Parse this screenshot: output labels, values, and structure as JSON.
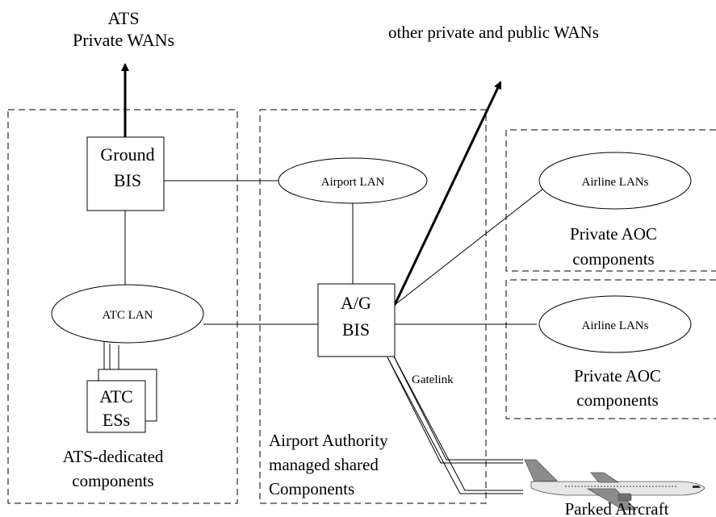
{
  "top_labels": {
    "ats_line1": "ATS",
    "ats_line2": "Private WANs",
    "other_wans": "other private and public WANs"
  },
  "nodes": {
    "ground_bis": {
      "line1": "Ground",
      "line2": "BIS"
    },
    "ag_bis": {
      "line1": "A/G",
      "line2": "BIS"
    },
    "atc_es": {
      "line1": "ATC",
      "line2": "ESs"
    },
    "airport_lan": "Airport LAN",
    "atc_lan": "ATC LAN",
    "airline_lan_top": "Airline LANs",
    "airline_lan_bottom": "Airline LANs"
  },
  "links": {
    "gatelink": "Gatelink"
  },
  "regions": {
    "ats_dedicated": {
      "line1": "ATS-dedicated",
      "line2": "components"
    },
    "airport_authority": {
      "line1": "Airport Authority",
      "line2": "managed shared",
      "line3": "Components"
    },
    "private_aoc_top": {
      "line1": "Private AOC",
      "line2": "components"
    },
    "private_aoc_bottom": {
      "line1": "Private AOC",
      "line2": "components"
    }
  },
  "aircraft": {
    "caption": "Parked Aircraft",
    "fuselage_color": "#e6e6e6",
    "wing_color": "#8c8c8c"
  }
}
